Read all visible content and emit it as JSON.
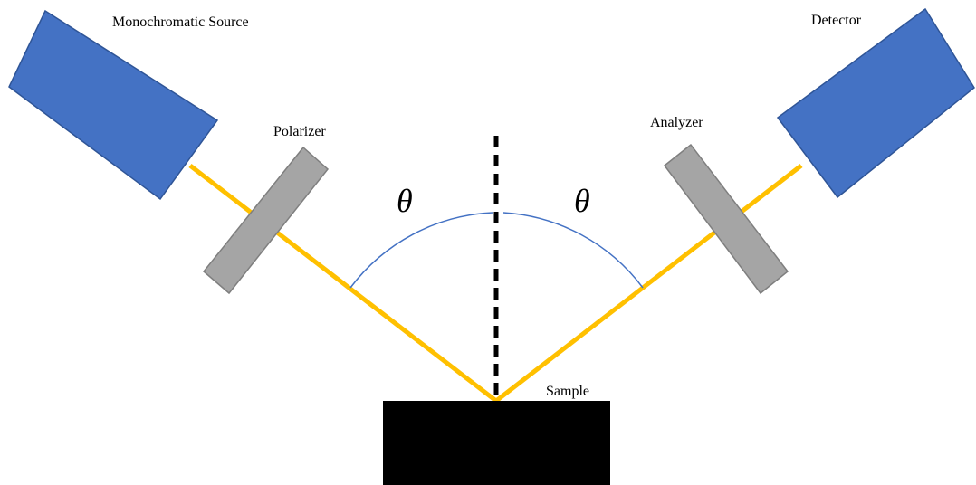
{
  "labels": {
    "source": "Monochromatic Source",
    "polarizer": "Polarizer",
    "analyzer": "Analyzer",
    "detector": "Detector",
    "sample": "Sample",
    "angle_left": "θ",
    "angle_right": "θ"
  },
  "colors": {
    "device_fill": "#4472c4",
    "device_stroke": "#2f5597",
    "optic_fill": "#a5a5a5",
    "optic_stroke": "#7f7f7f",
    "beam": "#ffc000",
    "arc": "#4472c4",
    "normal": "#000000",
    "sample": "#000000"
  }
}
